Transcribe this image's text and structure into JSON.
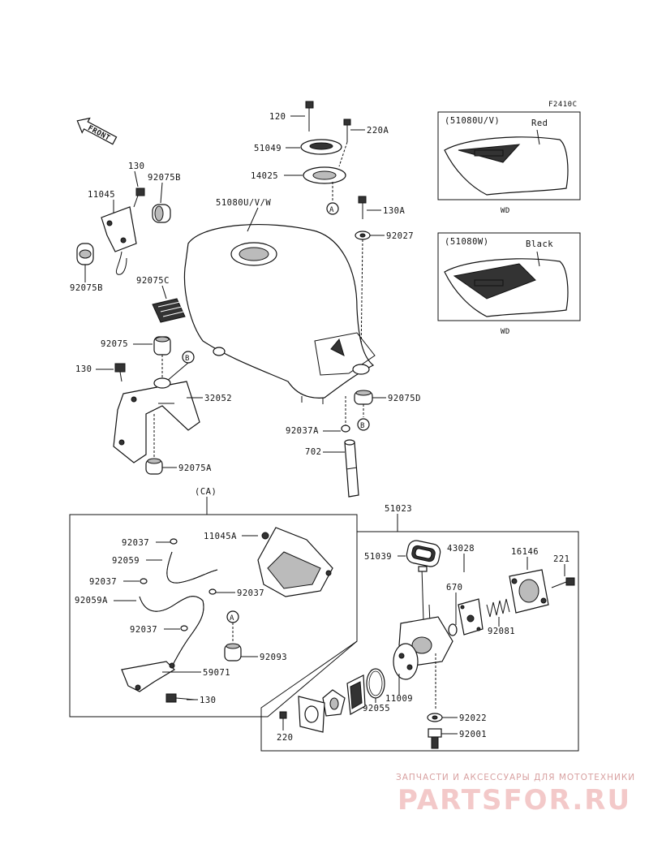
{
  "figure_code": "F2410C",
  "front_label": "FRONT",
  "labels": {
    "p120": "120",
    "p220A": "220A",
    "p51049": "51049",
    "p14025": "14025",
    "p130A": "130A",
    "p51080UVW": "51080U/V/W",
    "p92027": "92027",
    "p130_top": "130",
    "p92075B_top": "92075B",
    "p11045": "11045",
    "p92075B_bot": "92075B",
    "p92075C": "92075C",
    "p92075": "92075",
    "p130_mid": "130",
    "p32052": "32052",
    "p92075A": "92075A",
    "p92075D": "92075D",
    "p92037A": "92037A",
    "p702": "702",
    "ca": "(CA)",
    "p92037_1": "92037",
    "p11045A": "11045A",
    "p92059": "92059",
    "p92037_2": "92037",
    "p92037_3": "92037",
    "p92059A": "92059A",
    "p92037_4": "92037",
    "p92093": "92093",
    "p59071": "59071",
    "p130_bot": "130",
    "p51023": "51023",
    "p51039": "51039",
    "p43028": "43028",
    "p16146": "16146",
    "p221": "221",
    "p670": "670",
    "p92081": "92081",
    "p11009": "11009",
    "p92055": "92055",
    "p92022": "92022",
    "p220": "220",
    "p92001": "92001",
    "callout_A": "A",
    "callout_B": "B"
  },
  "insets": {
    "top": {
      "code": "(51080U/V)",
      "color": "Red",
      "market": "WD"
    },
    "bottom": {
      "code": "(51080W)",
      "color": "Black",
      "market": "WD"
    }
  },
  "watermark": {
    "tagline": "ЗАПЧАСТИ И АКСЕССУАРЫ ДЛЯ МОТОТЕХНИКИ",
    "logo": "PARTSFOR.RU"
  }
}
